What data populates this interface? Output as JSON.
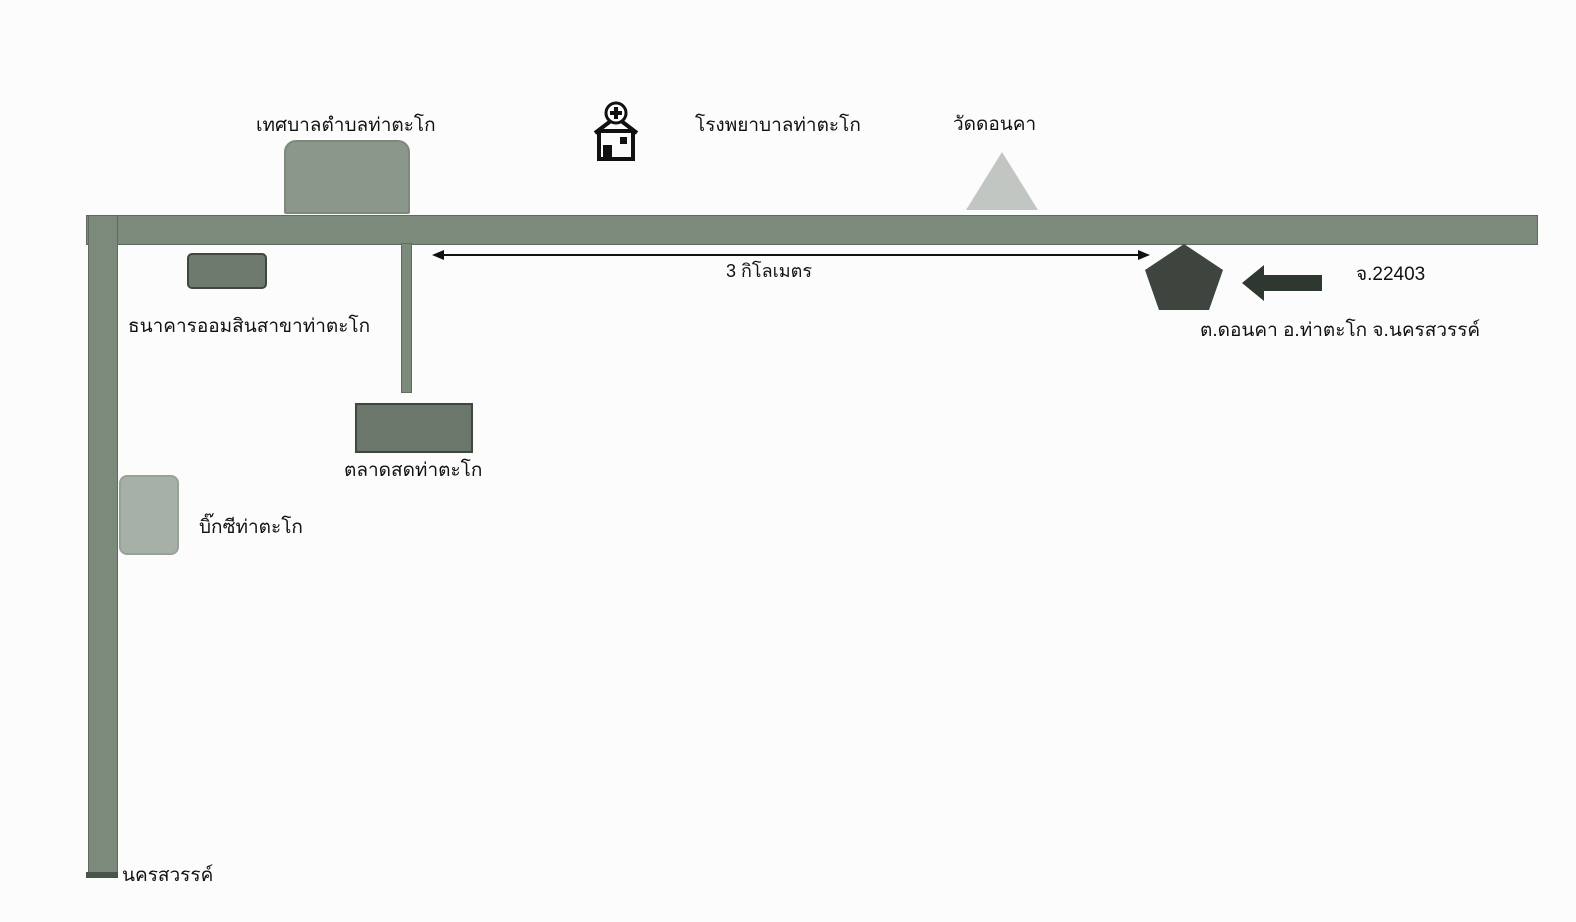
{
  "map": {
    "landmarks": {
      "municipality": "เทศบาลตำบลท่าตะโก",
      "hospital": "โรงพยาบาลท่าตะโก",
      "temple": "วัดดอนคา",
      "bank": "ธนาคารออมสินสาขาท่าตะโก",
      "market": "ตลาดสดท่าตะโก",
      "bigc": "บิ๊กซีท่าตะโก"
    },
    "distance_label": "3 กิโลเมตร",
    "postcode_label": "จ.22403",
    "destination_label": "ต.ดอนคา อ.ท่าตะโก จ.นครสวรรค์",
    "direction_label": "นครสวรรค์"
  },
  "colors": {
    "road": "#7b8a7b",
    "pentagon": "#3d453e",
    "arrow": "#2f3830",
    "temple": "#c2c6c2"
  },
  "icons": {
    "hospital": "hospital-icon",
    "temple": "triangle-temple-icon",
    "destination": "pentagon-marker-icon",
    "direction": "left-arrow-icon"
  }
}
